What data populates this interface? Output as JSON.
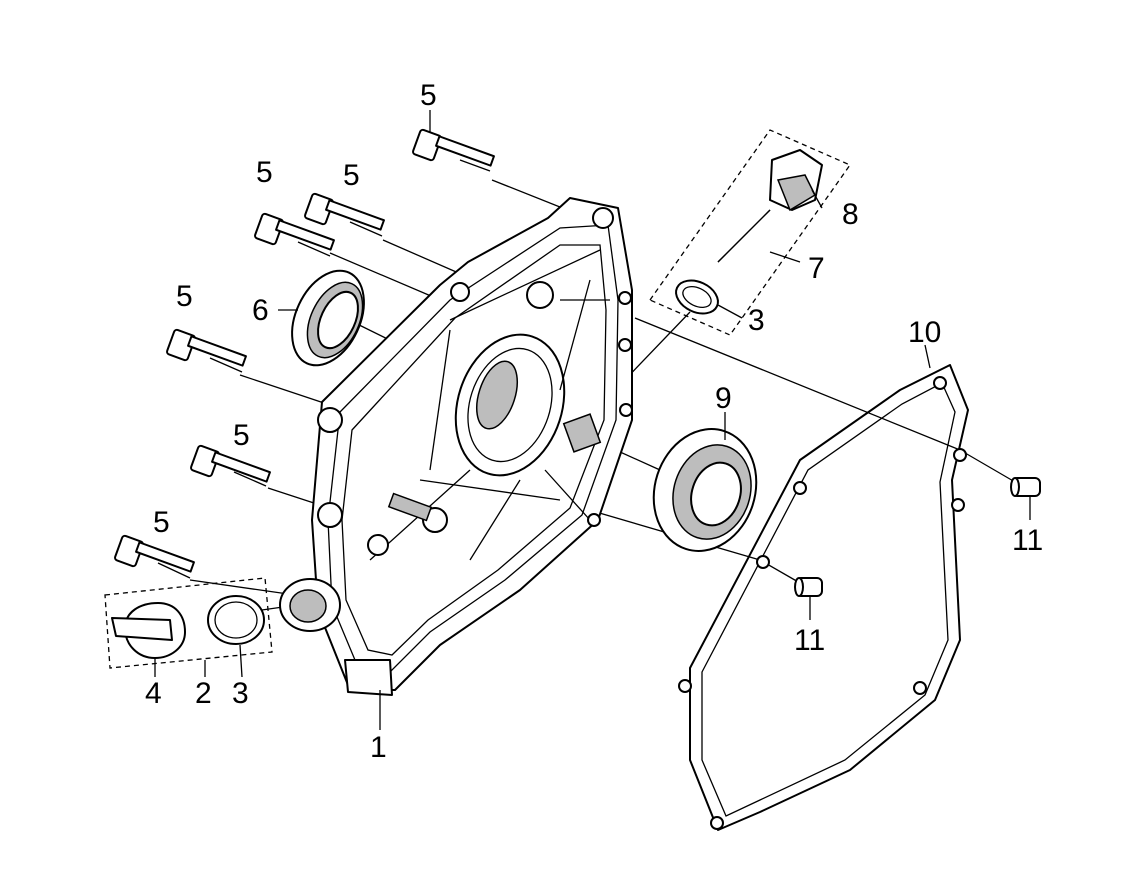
{
  "callouts": [
    {
      "key": "c1",
      "text": "1"
    },
    {
      "key": "c2",
      "text": "2"
    },
    {
      "key": "c3a",
      "text": "3"
    },
    {
      "key": "c3b",
      "text": "3"
    },
    {
      "key": "c4",
      "text": "4"
    },
    {
      "key": "c5a",
      "text": "5"
    },
    {
      "key": "c5b",
      "text": "5"
    },
    {
      "key": "c5c",
      "text": "5"
    },
    {
      "key": "c5d",
      "text": "5"
    },
    {
      "key": "c5e",
      "text": "5"
    },
    {
      "key": "c5f",
      "text": "5"
    },
    {
      "key": "c6",
      "text": "6"
    },
    {
      "key": "c7",
      "text": "7"
    },
    {
      "key": "c8",
      "text": "8"
    },
    {
      "key": "c9",
      "text": "9"
    },
    {
      "key": "c10",
      "text": "10"
    },
    {
      "key": "c11a",
      "text": "11"
    },
    {
      "key": "c11b",
      "text": "11"
    }
  ]
}
